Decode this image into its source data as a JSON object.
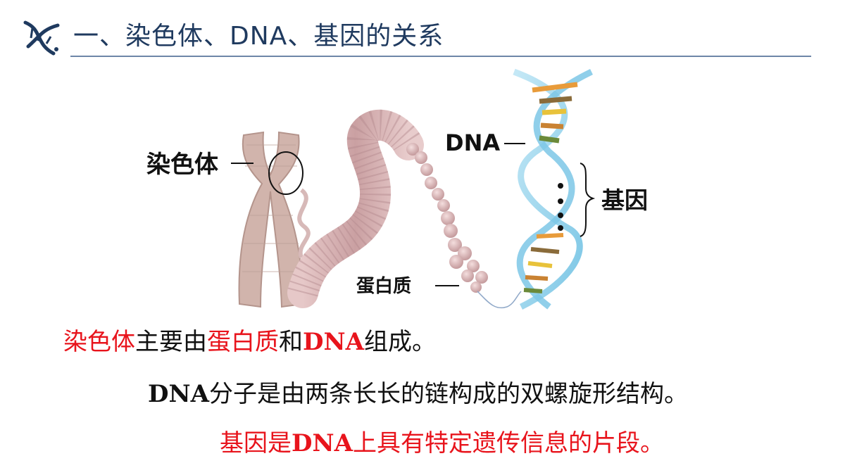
{
  "header": {
    "title": "一、染色体、DNA、基因的关系",
    "icon": "dna-helix-icon",
    "accent_color": "#1f3a5f"
  },
  "figure": {
    "labels": {
      "chromosome": "染色体",
      "dna": "DNA",
      "gene": "基因",
      "protein": "蛋白质"
    }
  },
  "sentences": {
    "s1": {
      "p1": "染色体",
      "p2": "主要由",
      "p3": "蛋白质",
      "p4": "和",
      "p5": "DNA",
      "p6": "组成。"
    },
    "s2": {
      "p1": "DNA",
      "p2": "分子是由两条长长的链构成的双螺旋形结构。"
    },
    "s3": {
      "p1": "基因是",
      "p2": "DNA",
      "p3": "上具有特定遗传信息的片段。"
    }
  },
  "colors": {
    "highlight": "#e8141c",
    "text": "#111111"
  }
}
